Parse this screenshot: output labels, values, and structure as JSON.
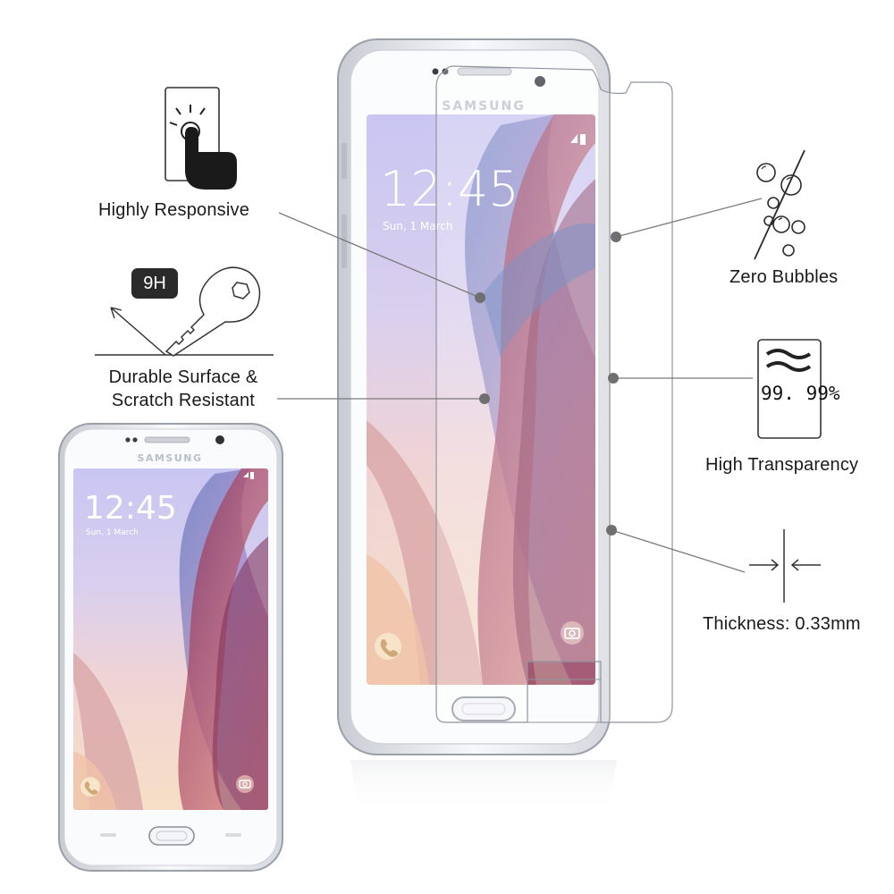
{
  "features": {
    "responsive": {
      "label": "Highly Responsive"
    },
    "hardness": {
      "badge": "9H",
      "label_line1": "Durable Surface &",
      "label_line2": "Scratch Resistant"
    },
    "bubbles": {
      "label": "Zero Bubbles"
    },
    "transparency": {
      "value": "99. 99%",
      "label": "High Transparency"
    },
    "thickness": {
      "label": "Thickness: 0.33mm"
    }
  },
  "phones": {
    "brand": "SAMSUNG",
    "clock": "12:45",
    "date": "Sun, 1 March"
  },
  "icons": [
    "touch-finger-icon",
    "key-scratch-icon",
    "bubbles-crossed-icon",
    "transparency-card-icon",
    "thickness-arrows-icon",
    "phone-icon",
    "camera-icon"
  ],
  "colors": {
    "text": "#1a1a1a",
    "line": "#7a7a7a",
    "badge": "#2a2a2a",
    "dot": "#6f6f6f"
  }
}
